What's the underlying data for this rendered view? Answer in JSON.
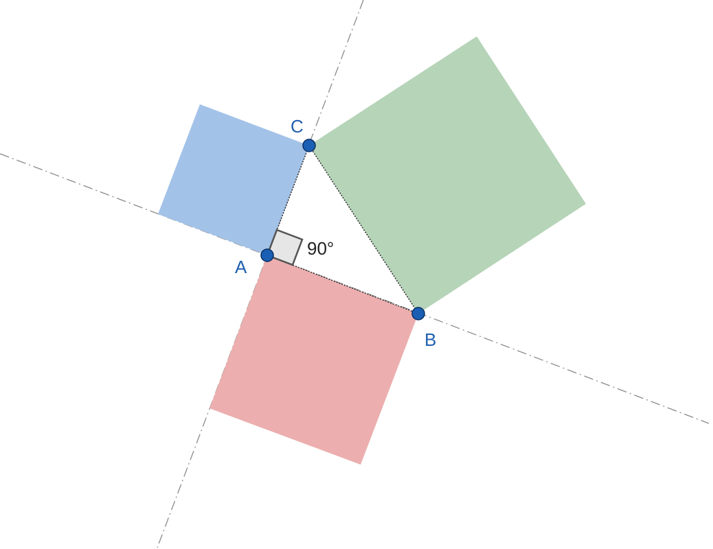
{
  "points": {
    "A": {
      "label": "A"
    },
    "B": {
      "label": "B"
    },
    "C": {
      "label": "C"
    }
  },
  "angle": {
    "vertex": "A",
    "text": "90°"
  },
  "colors": {
    "square_on_AC": "#a3c2e8",
    "square_on_BC": "#b6d4b8",
    "square_on_AB": "#ecaeae",
    "point_fill": "#1a5fb4",
    "point_stroke": "#0a2f63",
    "point_label": "#1f5fae",
    "angle_mark_fill": "#e6e6e6",
    "angle_mark_stroke": "#555555",
    "construction_line": "#8a8a8a",
    "triangle_edge": "#333333"
  }
}
